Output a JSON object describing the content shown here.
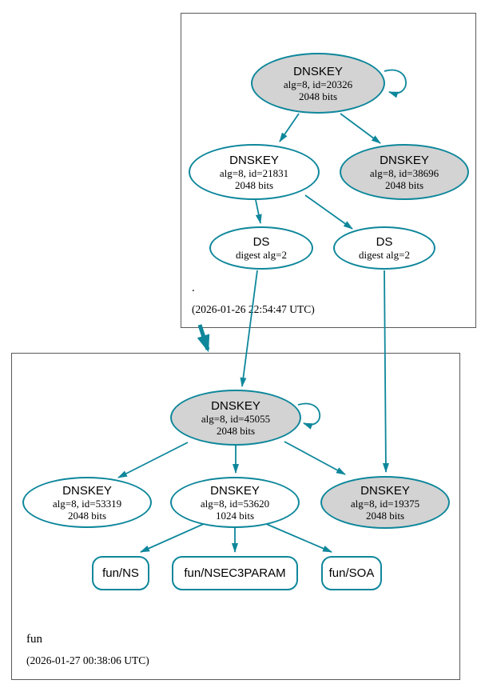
{
  "diagram": {
    "edge_color": "#0e879b",
    "ksk_fill": "#d3d3d3",
    "node_fill": "#ffffff",
    "cluster_border_color": "#5a5a5a"
  },
  "zones": [
    {
      "name": ".",
      "timestamp": "(2026-01-26 22:54:47 UTC)",
      "nodes": {
        "ksk20326": {
          "type": "DNSKEY",
          "detail1": "alg=8, id=20326",
          "detail2": "2048 bits"
        },
        "zsk21831": {
          "type": "DNSKEY",
          "detail1": "alg=8, id=21831",
          "detail2": "2048 bits"
        },
        "key38696": {
          "type": "DNSKEY",
          "detail1": "alg=8, id=38696",
          "detail2": "2048 bits"
        },
        "ds_left": {
          "type": "DS",
          "detail1": "digest alg=2"
        },
        "ds_right": {
          "type": "DS",
          "detail1": "digest alg=2"
        }
      }
    },
    {
      "name": "fun",
      "timestamp": "(2026-01-27 00:38:06 UTC)",
      "nodes": {
        "ksk45055": {
          "type": "DNSKEY",
          "detail1": "alg=8, id=45055",
          "detail2": "2048 bits"
        },
        "key53319": {
          "type": "DNSKEY",
          "detail1": "alg=8, id=53319",
          "detail2": "2048 bits"
        },
        "zsk53620": {
          "type": "DNSKEY",
          "detail1": "alg=8, id=53620",
          "detail2": "1024 bits"
        },
        "key19375": {
          "type": "DNSKEY",
          "detail1": "alg=8, id=19375",
          "detail2": "2048 bits"
        },
        "rrset_ns": {
          "label": "fun/NS"
        },
        "rrset_nsec3param": {
          "label": "fun/NSEC3PARAM"
        },
        "rrset_soa": {
          "label": "fun/SOA"
        }
      }
    }
  ]
}
